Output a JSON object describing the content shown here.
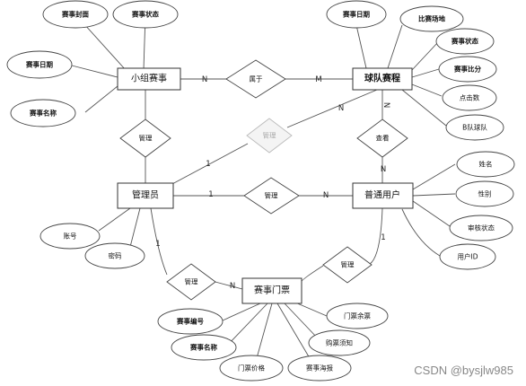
{
  "entities": {
    "group_match": "小组赛事",
    "team_schedule": "球队赛程",
    "admin": "管理员",
    "user": "普通用户",
    "ticket": "赛事门票"
  },
  "relationships": {
    "belongs": "属于",
    "manage_group": "管理",
    "manage_schedule": "管理",
    "view": "查看",
    "manage_user": "管理",
    "manage_ticket": "管理",
    "user_ticket": "管理"
  },
  "attributes": {
    "group_cover": "赛事封面",
    "group_status": "赛事状态",
    "group_date": "赛事日期",
    "group_name": "赛事名称",
    "sched_date": "赛事日期",
    "sched_venue": "比赛场地",
    "sched_status": "赛事状态",
    "sched_score": "赛事比分",
    "sched_clicks": "点击数",
    "sched_team_b": "B队球队",
    "user_name": "姓名",
    "user_gender": "性别",
    "user_review": "审核状态",
    "user_id": "用户ID",
    "admin_account": "账号",
    "admin_password": "密码",
    "ticket_no": "赛事编号",
    "ticket_name": "赛事名称",
    "ticket_price": "门票价格",
    "ticket_poster": "赛事海报",
    "ticket_notice": "购票须知",
    "ticket_left": "门票余票"
  },
  "cardinalities": {
    "belongs_left": "N",
    "belongs_right": "M",
    "admin_sched": "1",
    "sched_admin": "N",
    "view_top": "N",
    "view_bottom": "N",
    "admin_user": "1",
    "user_admin": "N",
    "admin_ticket": "1",
    "ticket_admin": "N",
    "user_ticket": "1"
  },
  "watermark": "CSDN @bysjlw985"
}
